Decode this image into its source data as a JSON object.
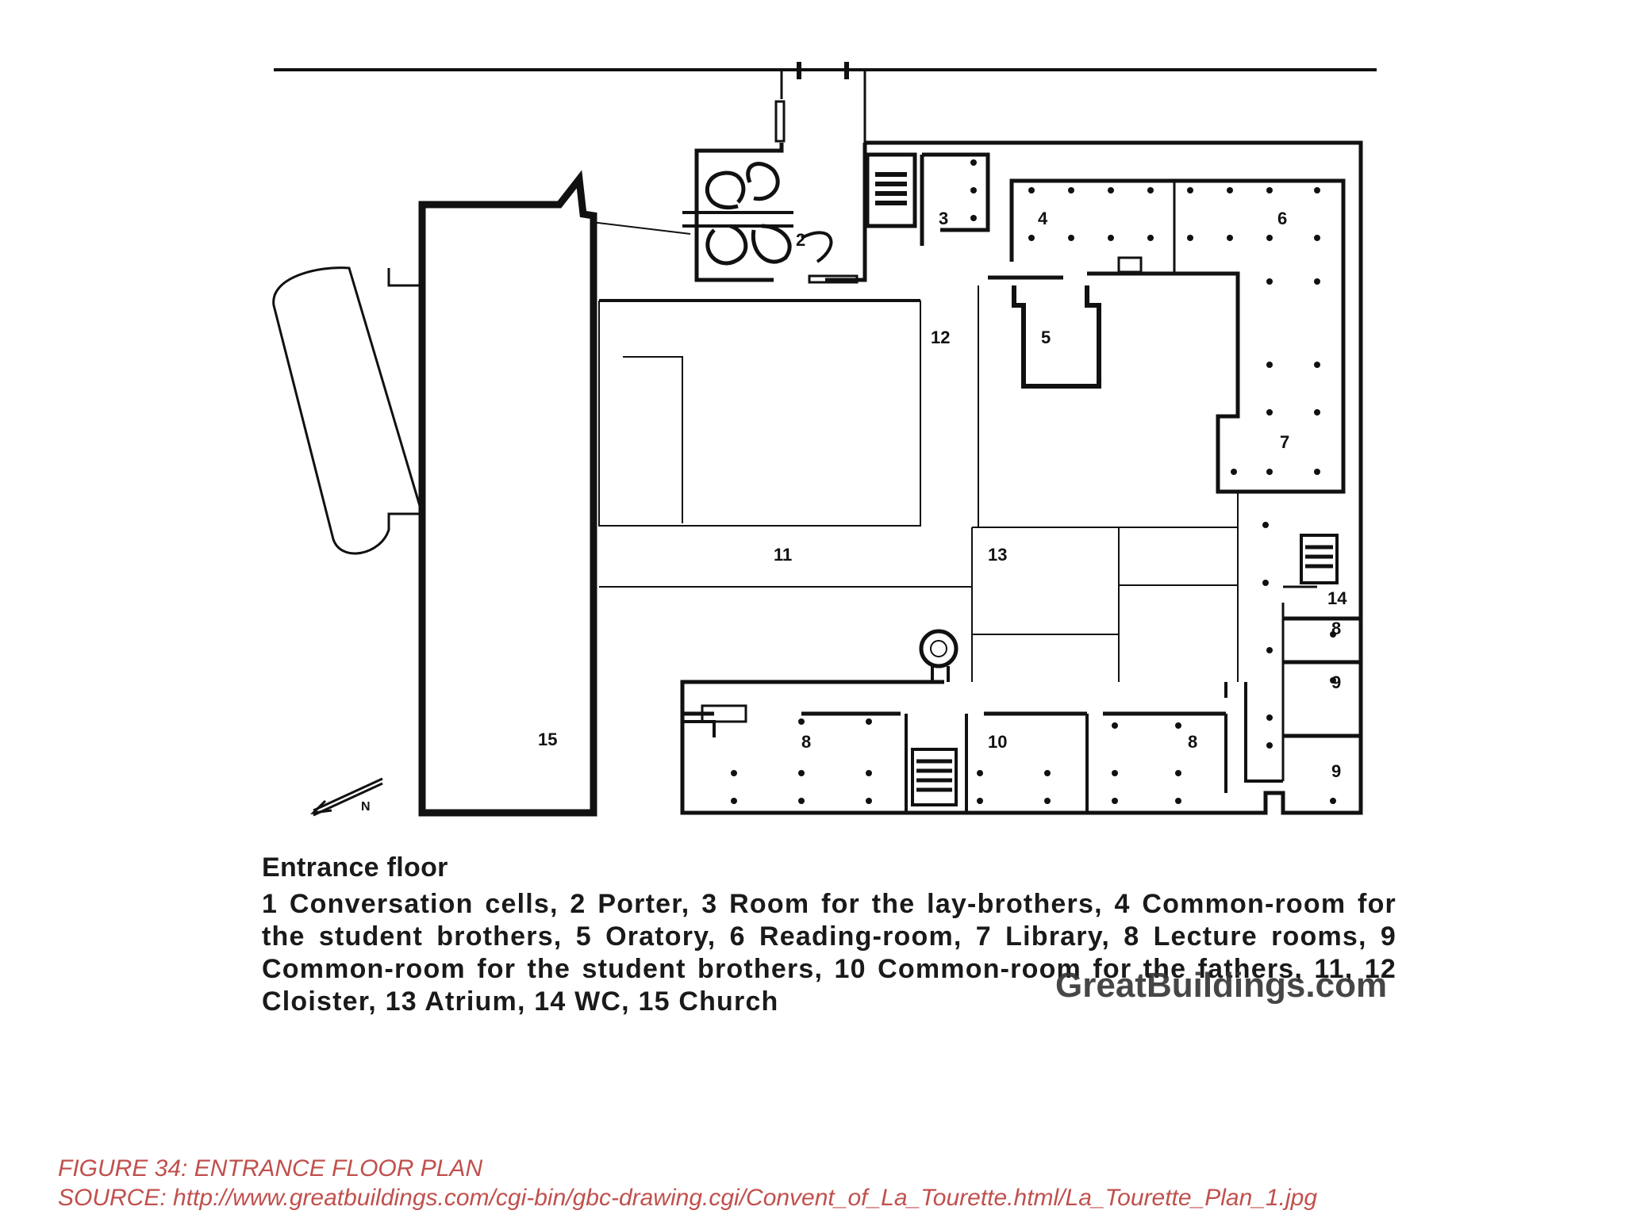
{
  "plan": {
    "rooms": [
      {
        "id": "label-2",
        "text": "2"
      },
      {
        "id": "label-3",
        "text": "3"
      },
      {
        "id": "label-4",
        "text": "4"
      },
      {
        "id": "label-6",
        "text": "6"
      },
      {
        "id": "label-5",
        "text": "5"
      },
      {
        "id": "label-12",
        "text": "12"
      },
      {
        "id": "label-7",
        "text": "7"
      },
      {
        "id": "label-11",
        "text": "11"
      },
      {
        "id": "label-13",
        "text": "13"
      },
      {
        "id": "label-14",
        "text": "14"
      },
      {
        "id": "label-8a",
        "text": "8"
      },
      {
        "id": "label-9a",
        "text": "9"
      },
      {
        "id": "label-9b",
        "text": "9"
      },
      {
        "id": "label-15",
        "text": "15"
      },
      {
        "id": "label-8b",
        "text": "8"
      },
      {
        "id": "label-10",
        "text": "10"
      },
      {
        "id": "label-8c",
        "text": "8"
      }
    ],
    "north_label": "N"
  },
  "caption": {
    "title": "Entrance floor",
    "text": "1 Conversation cells, 2 Porter, 3 Room for the lay-brothers, 4 Common-room for the student brothers, 5 Oratory, 6 Reading-room, 7 Library, 8 Lecture rooms, 9 Common-room for the student brothers, 10 Common-room for the fathers, 11, 12 Cloister, 13 Atrium, 14 WC, 15 Church"
  },
  "watermark": "GreatBuildings.com",
  "figure": {
    "line1": "FIGURE 34: ENTRANCE FLOOR PLAN",
    "line2": "SOURCE: http://www.greatbuildings.com/cgi-bin/gbc-drawing.cgi/Convent_of_La_Tourette.html/La_Tourette_Plan_1.jpg"
  }
}
